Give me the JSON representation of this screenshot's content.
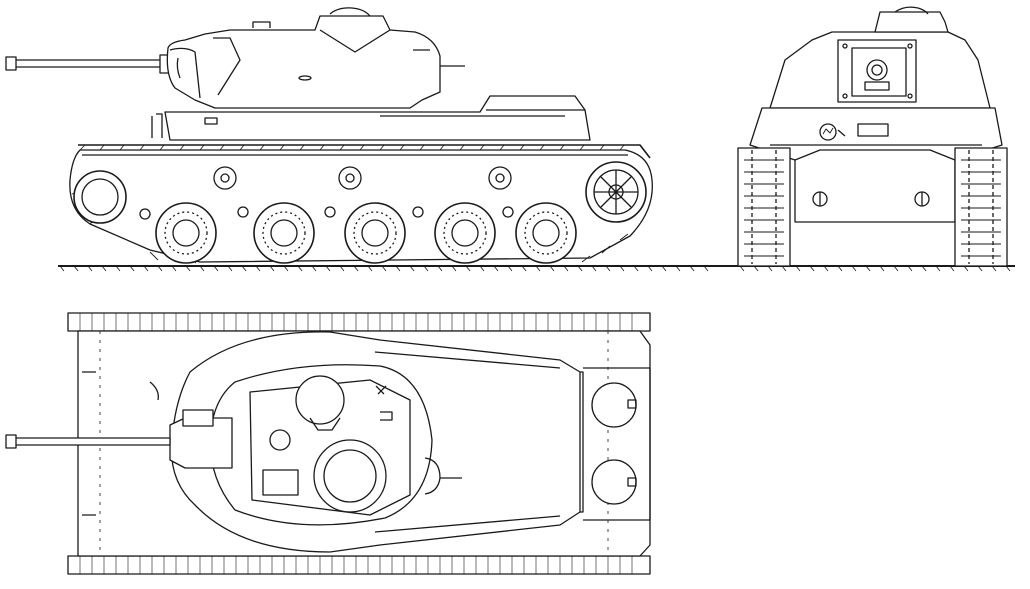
{
  "drawing": {
    "ink_color": "#1a1a1a",
    "paper_color": "#ffffff",
    "views": [
      "side-view",
      "front-view",
      "top-view"
    ]
  }
}
